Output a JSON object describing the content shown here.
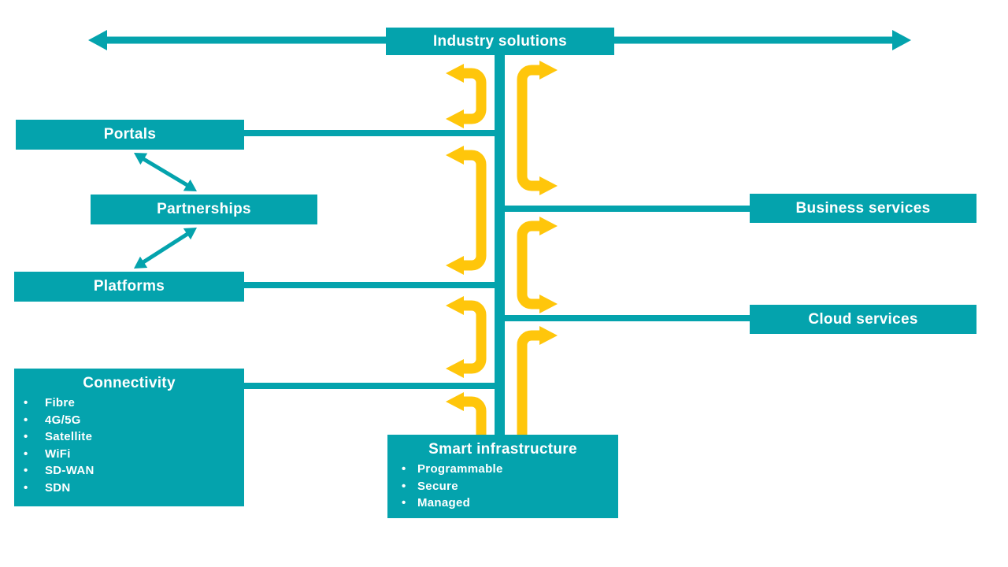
{
  "colors": {
    "teal": "#04A3AD",
    "yellow": "#FFC60B",
    "white": "#FFFFFF",
    "background": "#FFFFFF"
  },
  "nodes": {
    "industry": {
      "label": "Industry solutions"
    },
    "portals": {
      "label": "Portals"
    },
    "partnerships": {
      "label": "Partnerships"
    },
    "platforms": {
      "label": "Platforms"
    },
    "connectivity": {
      "label": "Connectivity",
      "bullets": [
        "Fibre",
        "4G/5G",
        "Satellite",
        "WiFi",
        "SD-WAN",
        "SDN"
      ]
    },
    "business": {
      "label": "Business services"
    },
    "cloud": {
      "label": "Cloud services"
    },
    "smart": {
      "label": "Smart infrastructure",
      "bullets": [
        "Programmable",
        "Secure",
        "Managed"
      ]
    }
  }
}
